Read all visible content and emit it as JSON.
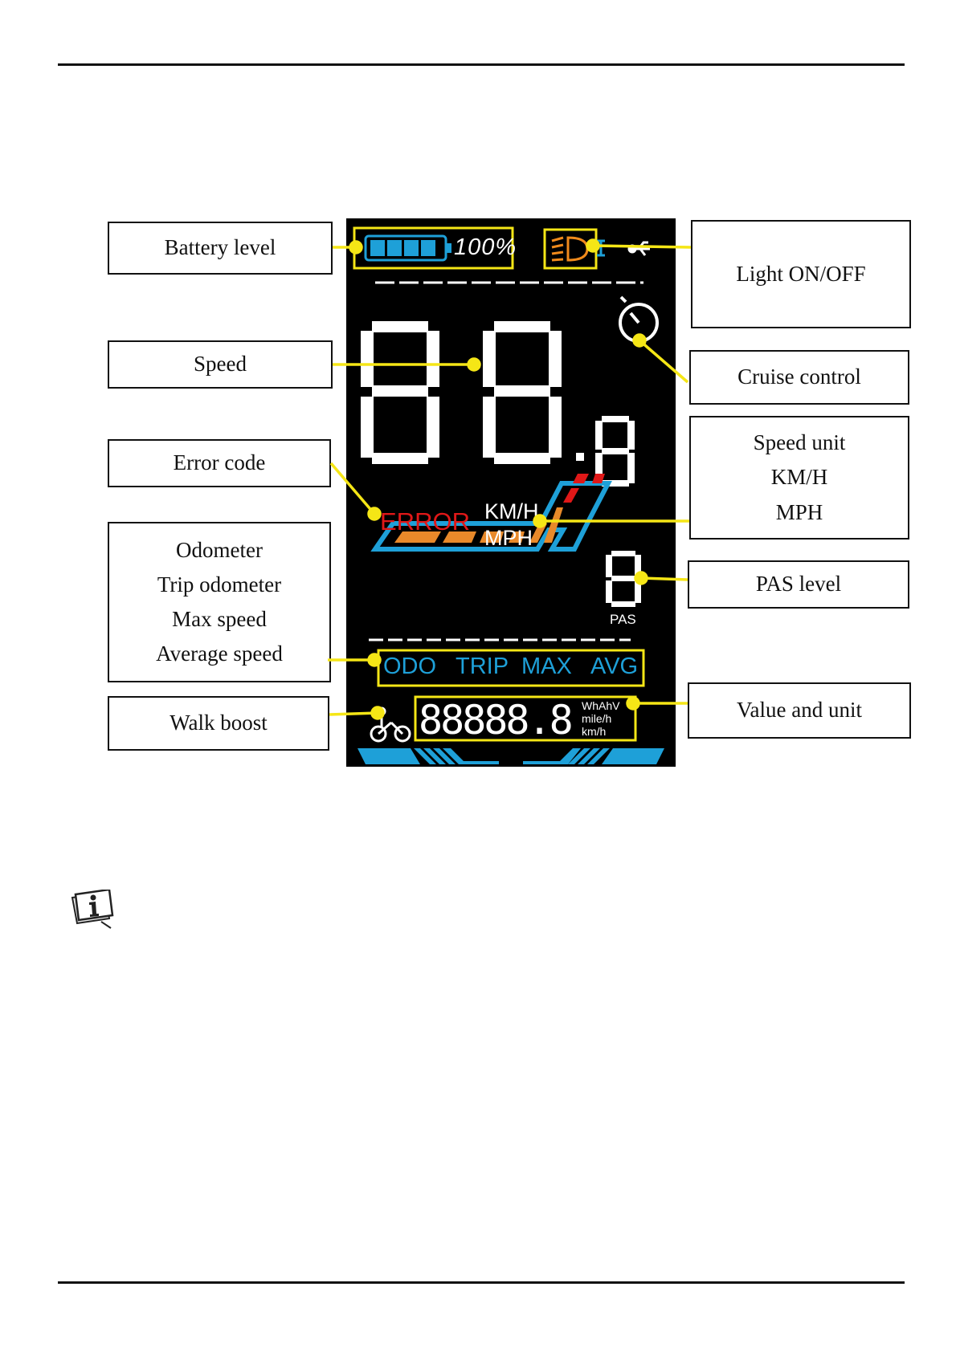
{
  "labels": {
    "battery_level": "Battery level",
    "speed": "Speed",
    "error_code": "Error code",
    "odometer": "Odometer",
    "trip_odometer": "Trip odometer",
    "max_speed": "Max speed",
    "average_speed": "Average speed",
    "walk_boost": "Walk boost",
    "light_on_off": "Light ON/OFF",
    "cruise_control": "Cruise control",
    "speed_unit": "Speed unit",
    "speed_unit_kmh": "KM/H",
    "speed_unit_mph": "MPH",
    "pas_level": "PAS level",
    "value_and_unit": "Value and unit"
  },
  "display": {
    "battery_percent": "100%",
    "speed_digits": "88",
    "speed_decimal": "8",
    "error_text": "ERROR",
    "unit_kmh": "KM/H",
    "unit_mph": "MPH",
    "pas_digit": "8",
    "pas_label": "PAS",
    "modes": [
      "ODO",
      "TRIP",
      "MAX",
      "AVG"
    ],
    "value_digits": "88888.8",
    "value_units": [
      "WhAhV",
      "mile/h",
      "km/h"
    ]
  },
  "colors": {
    "lcd_background": "#000000",
    "segment_white": "#ffffff",
    "lcd_blue": "#1ea0d8",
    "battery_blue": "#1ea0d8",
    "light_orange": "#f08a1c",
    "error_red": "#e01818",
    "bar_orange": "#e8892a",
    "bar_red": "#e01818",
    "highlight_yellow": "#f5e616"
  },
  "icons": {
    "info": "info-icon",
    "headlight": "headlight-icon",
    "cruise": "speedometer-icon",
    "walk": "bicycle-walk-icon",
    "usb": "usb-icon"
  }
}
